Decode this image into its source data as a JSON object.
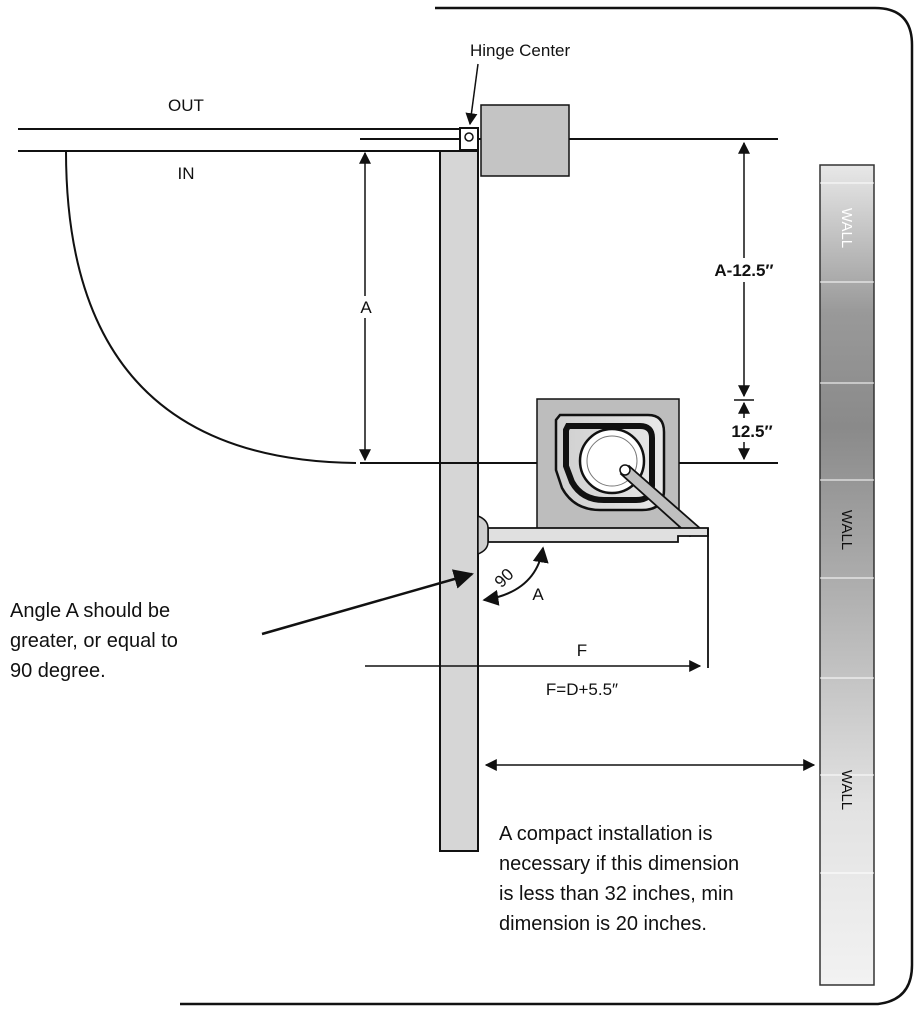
{
  "labels": {
    "hinge_center": "Hinge Center",
    "out": "OUT",
    "in": "IN",
    "dim_a": "A",
    "dim_a_minus": "A-12.5″",
    "dim_offset": "12.5″",
    "angle_value": "90",
    "angle_name": "A",
    "dim_f": "F",
    "f_formula": "F=D+5.5″",
    "wall_1": "WALL",
    "wall_2": "WALL",
    "wall_3": "WALL"
  },
  "notes": {
    "angle_note": [
      "Angle A should be",
      "greater, or equal to",
      "90 degree."
    ],
    "compact_note": [
      "A compact installation is",
      "necessary if this dimension",
      "is less than 32 inches, min",
      "dimension is 20 inches."
    ]
  },
  "colors": {
    "line": "#111111",
    "gate": "#d9d9d9",
    "post": "#bfbfbf",
    "operator": "#c9c9c9",
    "wall_dark": "#8c8c8c",
    "wall_light": "#e6e6e6"
  }
}
